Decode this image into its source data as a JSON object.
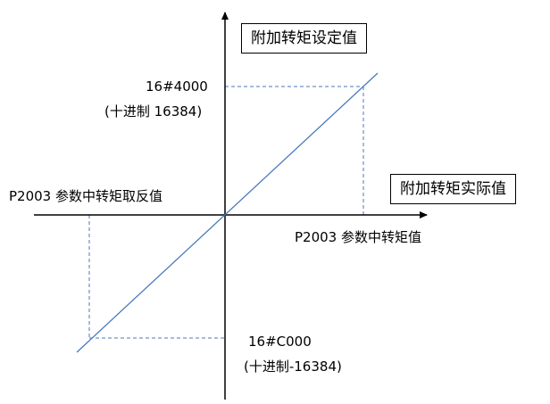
{
  "labels": {
    "y_axis_title": "附加转矩设定值",
    "x_axis_title": "附加转矩实际值",
    "positive_x": "P2003 参数中转矩值",
    "negative_x": "P2003 参数中转矩取反值",
    "positive_y_hex": "16#4000",
    "positive_y_dec": "(十进制 16384)",
    "negative_y_hex": "16#C000",
    "negative_y_dec": "(十进制-16384)"
  },
  "colors": {
    "axis": "#000000",
    "line": "#4a7ab8",
    "guide": "#4a7ab8",
    "text": "#000000"
  }
}
